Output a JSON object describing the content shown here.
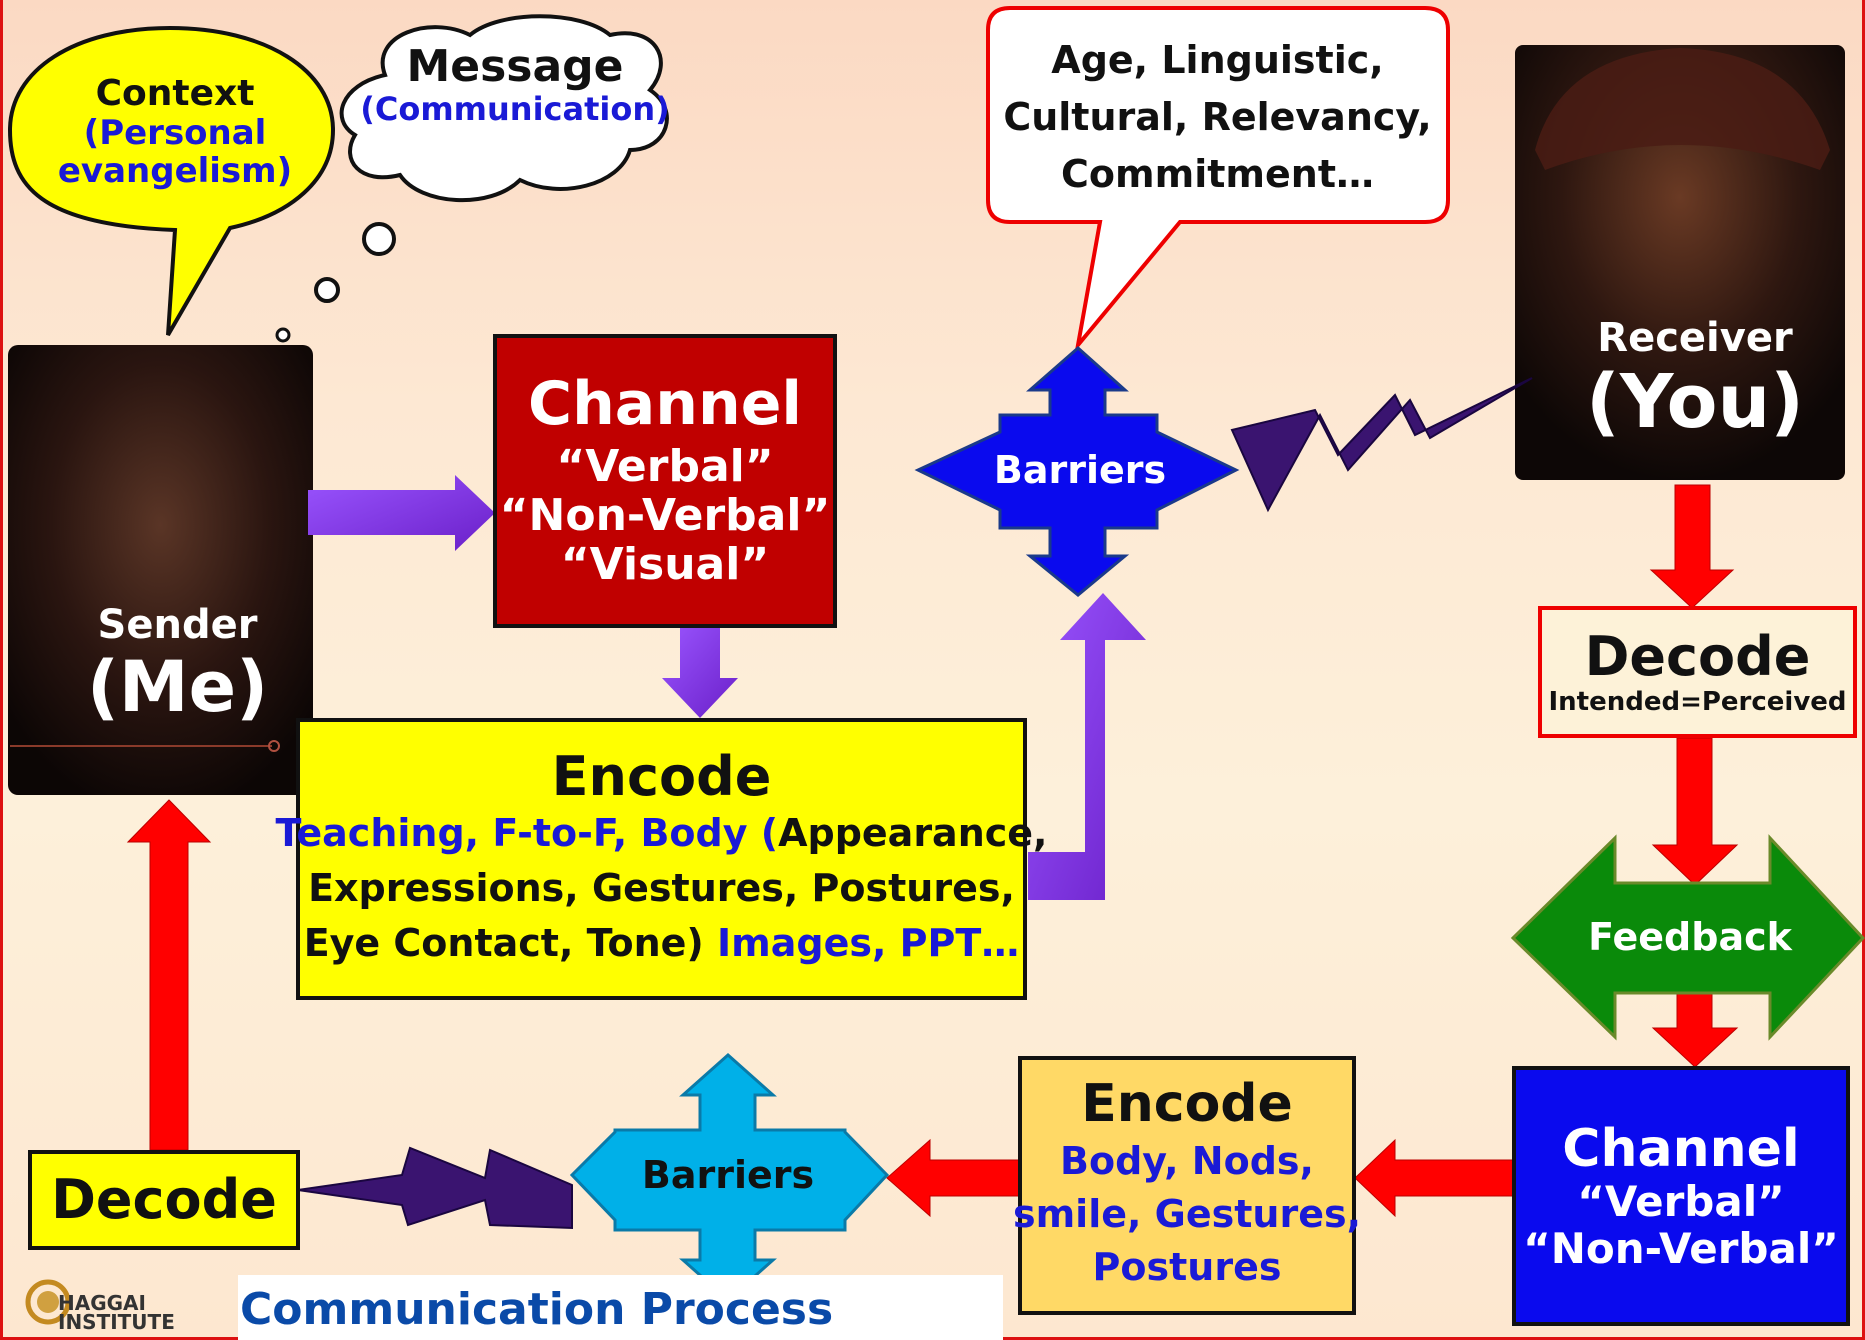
{
  "context_bubble": {
    "title": "Context",
    "sub1": "(Personal",
    "sub2": "evangelism)"
  },
  "message_cloud": {
    "title": "Message",
    "sub": "(Communication)"
  },
  "barrier_callout": {
    "line1": "Age, Linguistic,",
    "line2": "Cultural,  Relevancy,",
    "line3": "Commitment…"
  },
  "sender": {
    "role": "Sender",
    "name": "(Me)"
  },
  "receiver": {
    "role": "Receiver",
    "name": "(You)"
  },
  "channel_top": {
    "title": "Channel",
    "l1": "“Verbal”",
    "l2": "“Non-Verbal”",
    "l3": "“Visual”"
  },
  "barriers_top": {
    "label": "Barriers"
  },
  "encode_top": {
    "title": "Encode",
    "l1_blue": "Teaching, F-to-F, Body (",
    "l1_black": "Appearance,",
    "l2": "Expressions, Gestures, Postures,",
    "l3_black": "Eye Contact, Tone)",
    "l3_blue": " Images, PPT…"
  },
  "decode_right": {
    "title": "Decode",
    "sub": "Intended=Perceived"
  },
  "feedback": {
    "label": "Feedback"
  },
  "channel_bottom": {
    "title": "Channel",
    "l1": "“Verbal”",
    "l2": "“Non-Verbal”"
  },
  "encode_bottom": {
    "title": "Encode",
    "l1": "Body,  Nods,",
    "l2": "smile, Gestures,",
    "l3": "Postures"
  },
  "barriers_bottom": {
    "label": "Barriers"
  },
  "decode_left": {
    "title": "Decode"
  },
  "footer": {
    "caption": "Communication Process",
    "logo_line1": "HAGGAI",
    "logo_line2": "INSTITUTE"
  },
  "colors": {
    "channel_top": "#c00000",
    "barriers_top": "#0a0aee",
    "encode_top": "#ffff00",
    "decode_right": "#fdf2d8",
    "feedback": "#0a8a0a",
    "channel_bottom": "#0a0aee",
    "encode_bottom": "#ffd966",
    "barriers_bottom": "#00b0e8",
    "decode_left": "#ffff00",
    "purple_arrow": "#8a3ff0",
    "red_arrow": "#ff0000",
    "lightning": "#3a1470"
  }
}
